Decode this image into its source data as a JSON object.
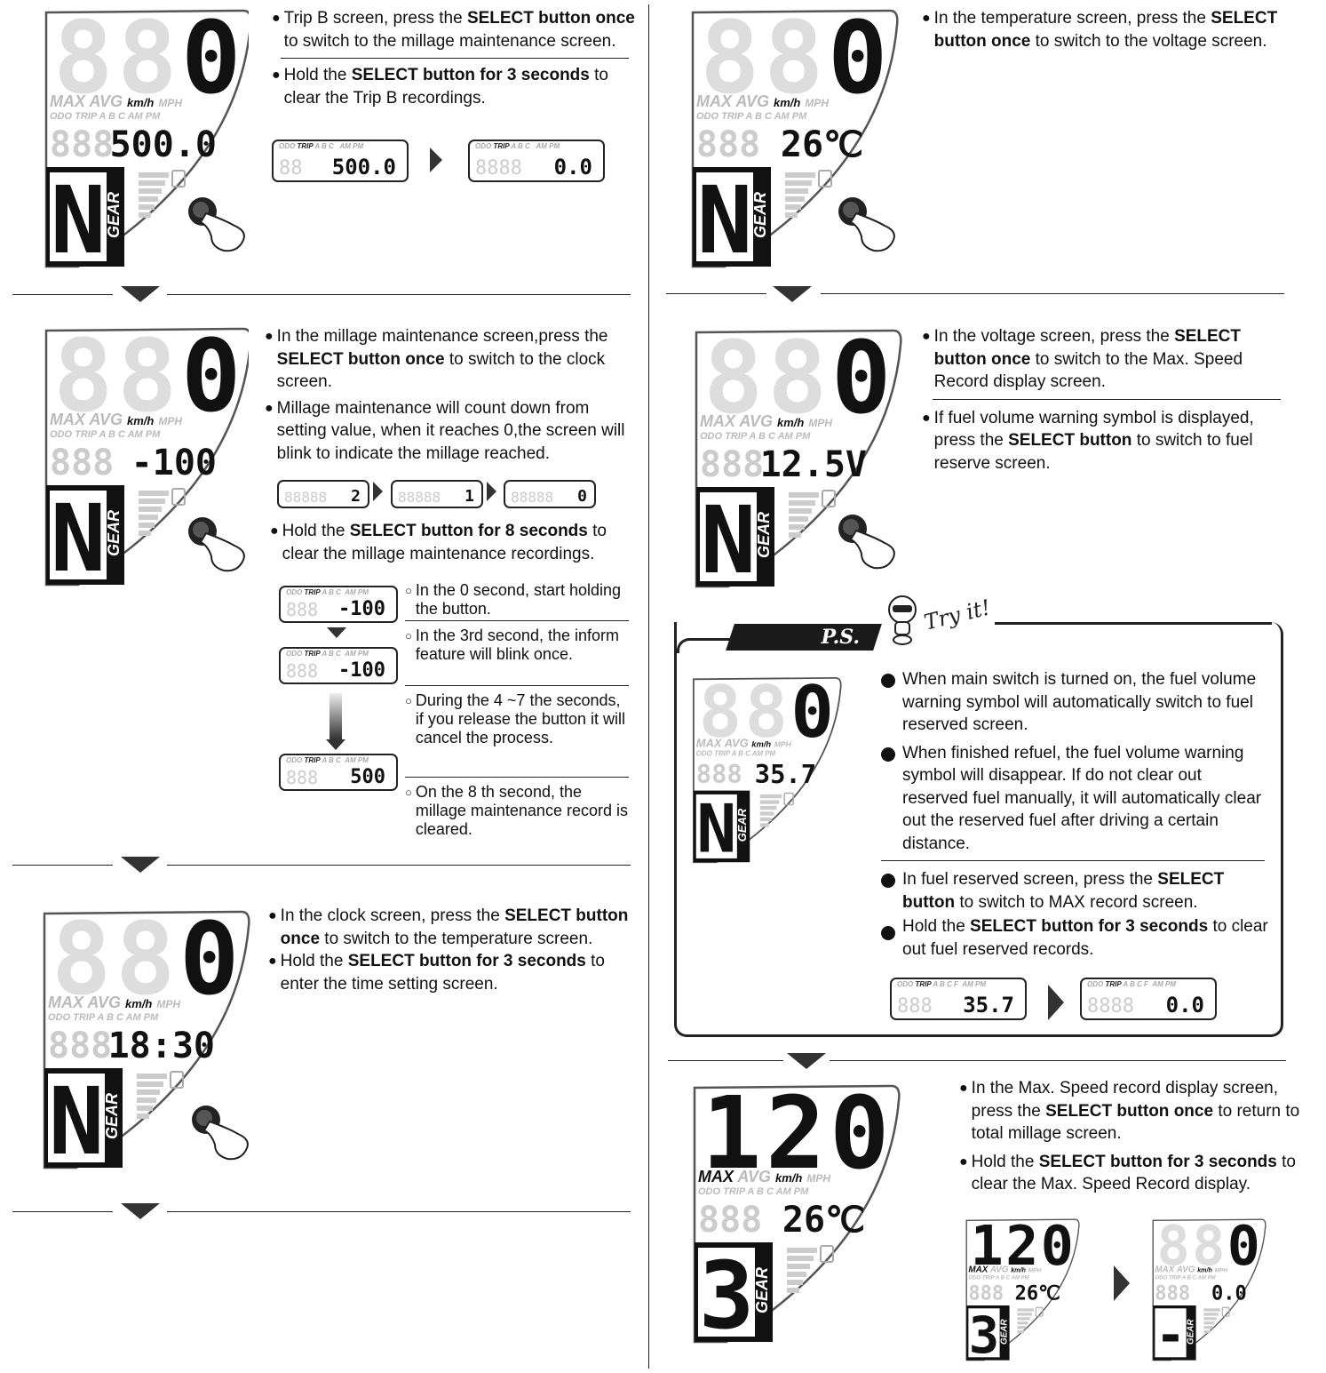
{
  "dash": {
    "units": {
      "max": "MAX",
      "avg": "AVG",
      "kmh": "km/h",
      "mph": "MPH",
      "odo": "ODO",
      "trip": "TRIP",
      "ampm": "AM PM",
      "gear": "GEAR"
    }
  },
  "s1": {
    "speed": "0",
    "readout": "500.0",
    "gear": "N",
    "b1a": "Trip B screen, press the ",
    "b1b": "SELECT button once",
    " b1c": "",
    "b1c2": " to switch to the millage maintenance screen.",
    "b2a": "Hold the ",
    "b2b": "SELECT button for 3 seconds",
    "b2c": " to clear the Trip B recordings.",
    "mini_from": "500.0",
    "mini_to": "0.0"
  },
  "s2": {
    "speed": "0",
    "readout": "-100",
    "gear": "N",
    "b1a": "In the millage maintenance screen,press the ",
    "b1b": "SELECT button once",
    "b1c": " to switch to the clock screen.",
    "b2": "Millage maintenance will count down from setting value, when it reaches 0,the screen will blink to indicate the millage reached.",
    "seq": [
      "2",
      "1",
      "0"
    ],
    "b3a": "Hold the ",
    "b3b": "SELECT button for 8 seconds",
    "b3c": " to clear the millage maintenance recordings.",
    "steps": [
      "In the 0 second, start holding the button.",
      "In the 3rd second, the inform feature will blink once.",
      "During the 4 ~7 the seconds, if you release the button it will cancel the process.",
      "On the 8 th second, the millage maintenance record is cleared."
    ],
    "step_minis": [
      "-100",
      "-100",
      "500"
    ]
  },
  "s3": {
    "speed": "0",
    "readout": "18:30",
    "gear": "N",
    "b1a": "In the clock screen, press the  ",
    "b1b": "SELECT button once",
    "b1c": " to switch to the temperature screen.",
    "b2a": "Hold the ",
    "b2b": "SELECT button for 3 seconds",
    "b2c": " to enter the time setting screen."
  },
  "s4": {
    "speed": "0",
    "readout": "26℃",
    "gear": "N",
    "b1a": "In the temperature screen, press the ",
    "b1b": "SELECT button once",
    "b1c": " to switch to the voltage screen."
  },
  "s5": {
    "speed": "0",
    "readout": "12.5V",
    "gear": "N",
    "b1a": "In the voltage screen, press the ",
    "b1b": "SELECT button once",
    "b1c": " to switch to the Max. Speed Record display screen.",
    "b2a": "If fuel volume warning symbol is displayed, press the ",
    "b2b": "SELECT button",
    "b2c": " to switch to fuel reserve screen."
  },
  "ps": {
    "tag": "P.S.",
    "tryit": "Try it!",
    "speed": "0",
    "readout": "35.7",
    "gear": "N",
    "b1": "When main switch is turned on, the fuel volume warning symbol will automatically switch to fuel reserved screen.",
    "b2": "When finished refuel, the fuel volume warning symbol will disappear. If do not clear out reserved fuel manually, it will automatically clear out the reserved fuel after driving a certain distance.",
    "b3a": "In fuel reserved screen, press the ",
    "b3b": "SELECT button",
    "b3c": " to switch to MAX record screen.",
    "b4a": "Hold the ",
    "b4b": "SELECT button for 3 seconds",
    "b4c": " to clear out fuel reserved records.",
    "mini_from": "35.7",
    "mini_to": "0.0"
  },
  "s6": {
    "speed": "120",
    "readout": "26℃",
    "gear": "3",
    "b1a": "In the Max. Speed record display screen, press the ",
    "b1b": "SELECT button once",
    "b1c": " to return to total millage screen.",
    "b2a": "Hold the ",
    "b2b": "SELECT button for 3 seconds",
    "b2c": " to clear the Max. Speed Record display.",
    "small_from": {
      "speed": "120",
      "readout": "26℃",
      "gear": "3"
    },
    "small_to": {
      "speed": "0",
      "readout": "0.0",
      "gear": "-"
    }
  }
}
